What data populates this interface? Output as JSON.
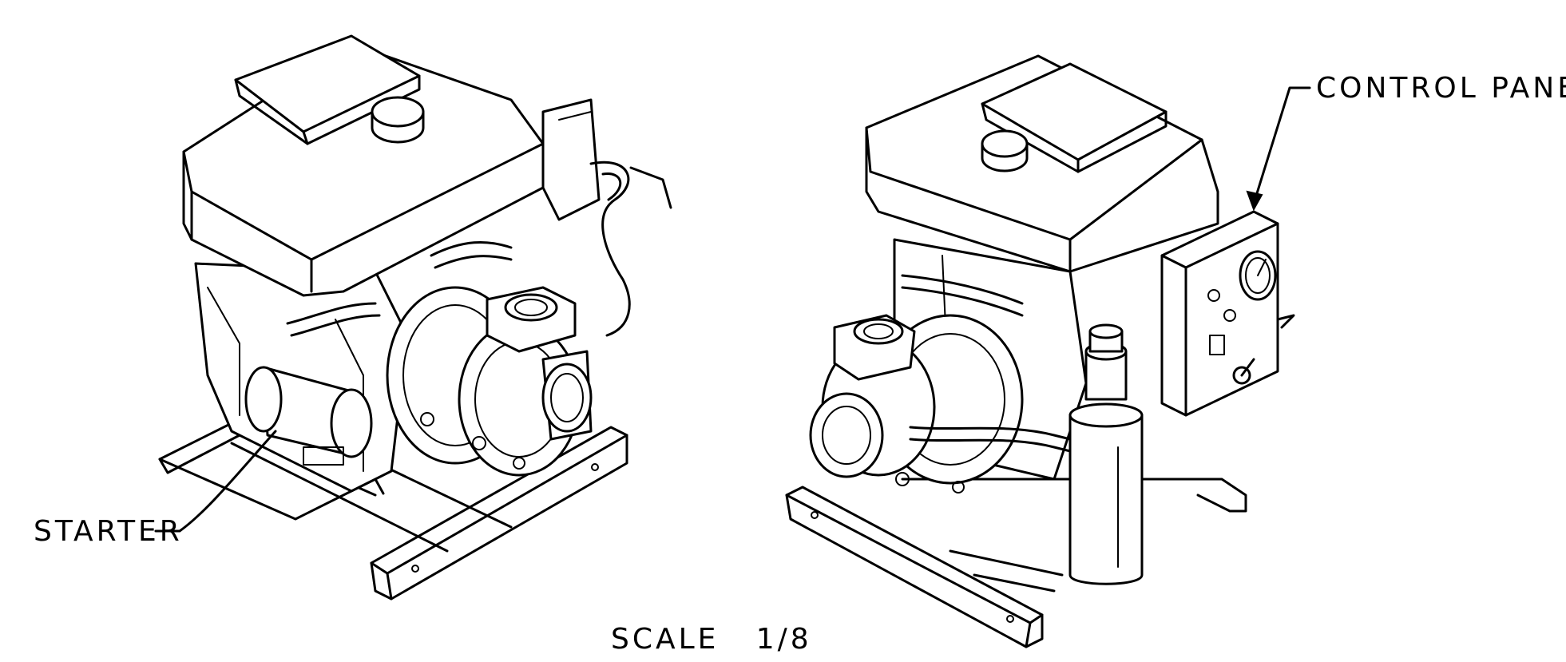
{
  "labels": {
    "starter": "STARTER",
    "control_panel": "CONTROL PANEL",
    "scale": "SCALE   1/8"
  },
  "colors": {
    "line": "#000000",
    "background": "#ffffff"
  }
}
